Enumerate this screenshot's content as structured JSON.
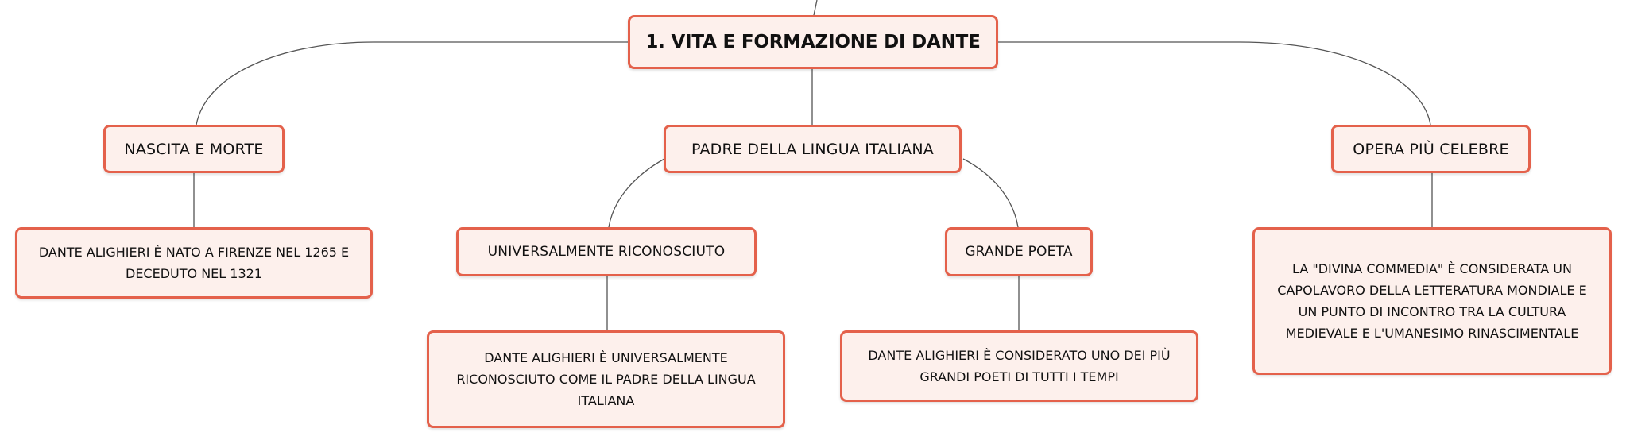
{
  "diagram": {
    "root": {
      "label": "1. VITA E FORMAZIONE DI DANTE"
    },
    "branches": {
      "nascita": {
        "label": "NASCITA E MORTE",
        "detail": "DANTE ALIGHIERI È NATO A FIRENZE NEL 1265 E DECEDUTO NEL 1321"
      },
      "padre": {
        "label": "PADRE DELLA LINGUA ITALIANA",
        "children": {
          "universale": {
            "label": "UNIVERSALMENTE RICONOSCIUTO",
            "detail": "DANTE ALIGHIERI È UNIVERSALMENTE RICONOSCIUTO COME IL PADRE DELLA LINGUA ITALIANA"
          },
          "poeta": {
            "label": "GRANDE POETA",
            "detail": "DANTE ALIGHIERI È CONSIDERATO UNO DEI PIÙ GRANDI POETI DI TUTTI I TEMPI"
          }
        }
      },
      "opera": {
        "label": "OPERA PIÙ CELEBRE",
        "detail": "LA \"DIVINA COMMEDIA\" È CONSIDERATA UN CAPOLAVORO DELLA LETTERATURA MONDIALE E UN PUNTO DI INCONTRO TRA LA CULTURA MEDIEVALE E L'UMANESIMO RINASCIMENTALE"
      }
    },
    "colors": {
      "node_fill": "#fdf0ec",
      "node_border": "#e4614b",
      "connector": "#555555",
      "text": "#111111"
    }
  }
}
